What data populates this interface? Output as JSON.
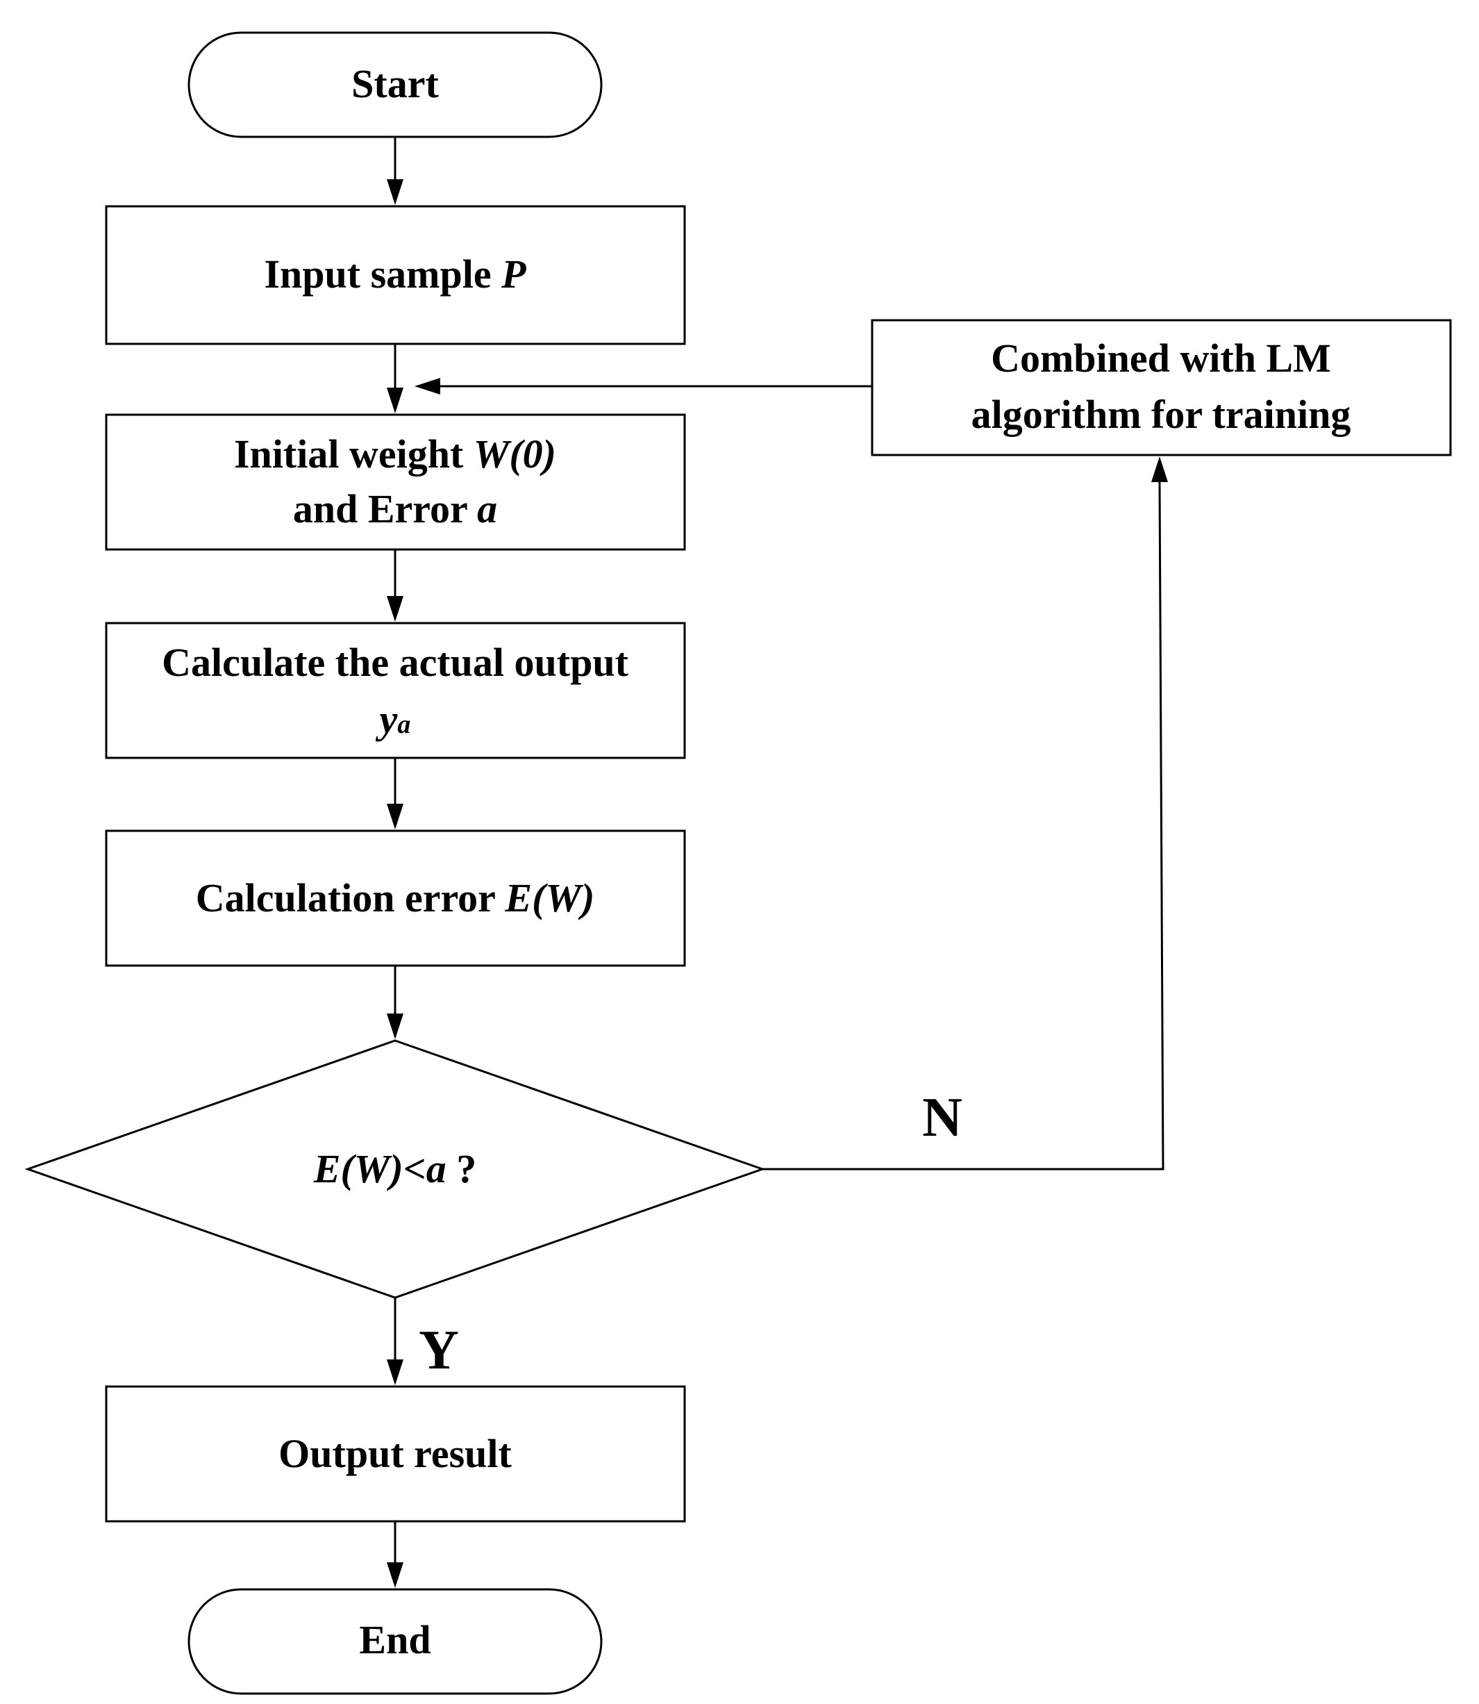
{
  "nodes": {
    "start": {
      "label": "Start"
    },
    "input_sample": {
      "label": "Input sample ",
      "var": "P"
    },
    "initial_weight": {
      "line1": "Initial weight ",
      "line1_var": "W(0)",
      "line2": "and Error ",
      "line2_var": "a"
    },
    "calculate_output": {
      "line1": "Calculate the actual output",
      "var": "y",
      "var_sub": "a"
    },
    "calculation_error": {
      "label": "Calculation error ",
      "var": "E(W)"
    },
    "decision": {
      "var1": "E(W)",
      "op": "<",
      "var2": "a",
      "suffix": " ?"
    },
    "output_result": {
      "label": "Output result"
    },
    "end": {
      "label": "End"
    },
    "lm_training": {
      "line1": "Combined with LM",
      "line2": "algorithm for training"
    }
  },
  "edge_labels": {
    "no": "N",
    "yes": "Y"
  },
  "colors": {
    "stroke": "#000000",
    "fill": "#ffffff",
    "text": "#000000"
  }
}
